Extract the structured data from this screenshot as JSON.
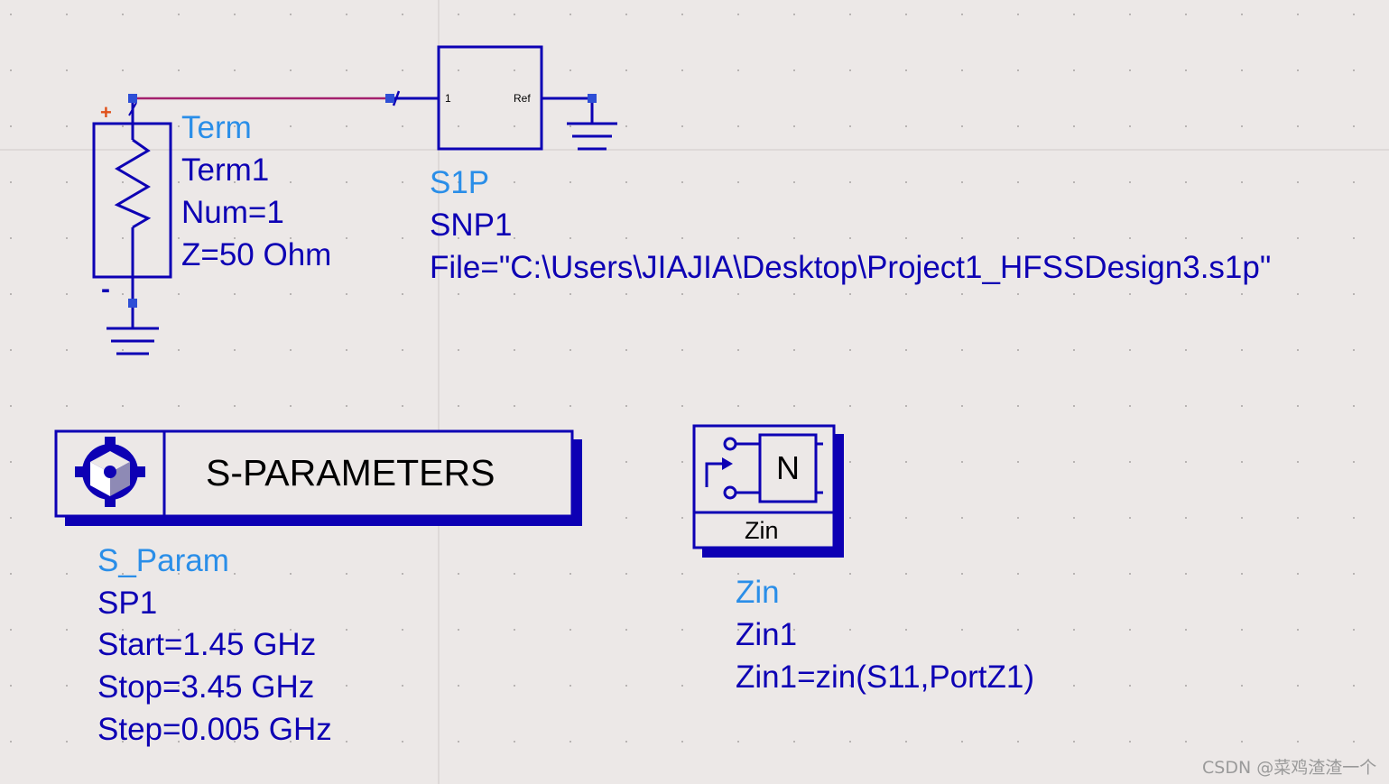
{
  "term": {
    "plus": "+",
    "minus": "-",
    "type": "Term",
    "name": "Term1",
    "num": "Num=1",
    "z": "Z=50 Ohm"
  },
  "snp": {
    "pin1": "1",
    "pin_ref": "Ref",
    "type": "S1P",
    "name": "SNP1",
    "file": "File=\"C:\\Users\\JIAJIA\\Desktop\\Project1_HFSSDesign3.s1p\""
  },
  "sparam": {
    "title": "S-PARAMETERS",
    "type": "S_Param",
    "name": "SP1",
    "start": "Start=1.45 GHz",
    "stop": "Stop=3.45 GHz",
    "step": "Step=0.005 GHz"
  },
  "zin": {
    "icon_letter": "N",
    "box_label": "Zin",
    "type": "Zin",
    "name": "Zin1",
    "expr": "Zin1=zin(S11,PortZ1)"
  },
  "watermark": "CSDN @菜鸡渣渣一个",
  "colors": {
    "background": "#ece8e7",
    "component_blue": "#0d00b4",
    "label_cyan": "#2a8ee8",
    "wire_magenta": "#a4206e",
    "port_marker": "#2e4fd6",
    "plus_red": "#e0501a"
  }
}
